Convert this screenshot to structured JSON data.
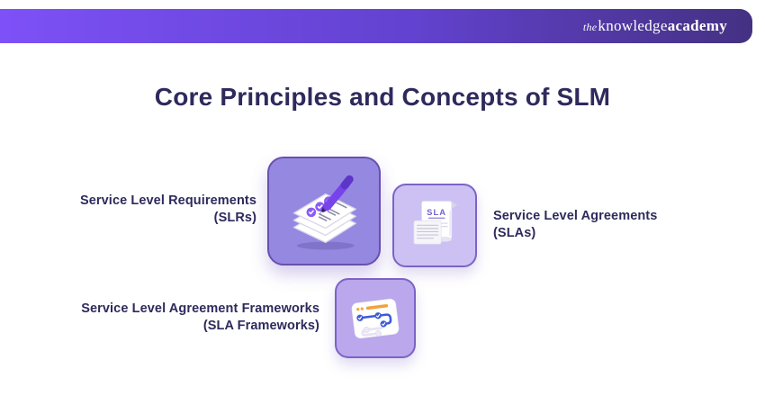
{
  "header": {
    "logo_the": "the",
    "logo_knowledge": "knowledge",
    "logo_academy": "academy",
    "gradient_start": "#7d51f7",
    "gradient_end": "#443182"
  },
  "title": "Core Principles and Concepts of SLM",
  "colors": {
    "text": "#2e2a5c",
    "logo_text": "#ffffff",
    "check_purple": "#8b5cf6",
    "pen_purple": "#7743ea",
    "roadmap_blue": "#3f5bd8",
    "roadmap_orange": "#f2a23d",
    "sla_text_purple": "#7163cf"
  },
  "items": [
    {
      "id": "slr",
      "label_line1": "Service Level Requirements",
      "label_line2": "(SLRs)",
      "icon": "checklist-stack-pen-icon",
      "card_color": "#9588e1",
      "card_border": "#6950ae"
    },
    {
      "id": "sla",
      "label_line1": "Service Level Agreements",
      "label_line2": "(SLAs)",
      "icon": "sla-scroll-icon",
      "card_color": "#cdc1f4",
      "card_border": "#7c63c6",
      "icon_text": "SLA"
    },
    {
      "id": "sla-frameworks",
      "label_line1": "Service Level Agreement Frameworks",
      "label_line2": "(SLA Frameworks)",
      "icon": "roadmap-icon",
      "card_color": "#baa7ec",
      "card_border": "#7c63c6"
    }
  ]
}
